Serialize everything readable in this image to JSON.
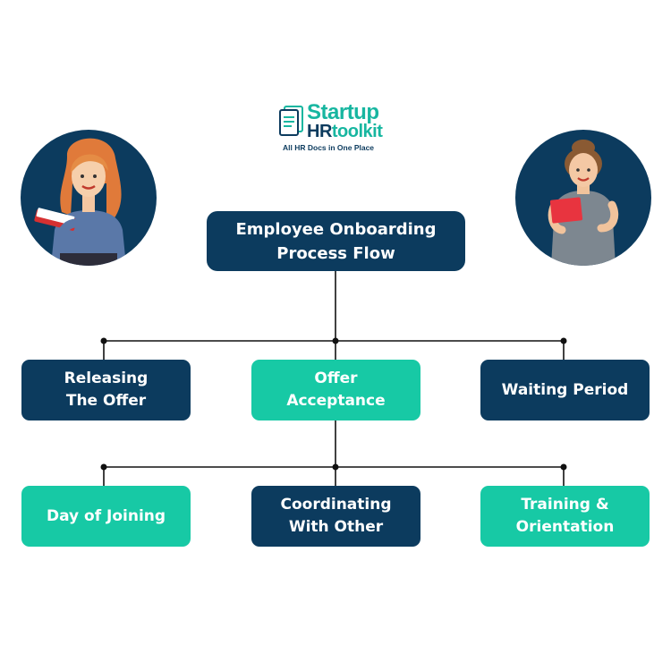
{
  "logo": {
    "word1": "Startup",
    "word2_a": "HR",
    "word2_b": "toolkit",
    "tagline": "All HR Docs in One Place"
  },
  "title": "Employee Onboarding\nProcess Flow",
  "row1": [
    {
      "label": "Releasing\nThe Offer",
      "style": "navy"
    },
    {
      "label": "Offer\nAcceptance",
      "style": "teal"
    },
    {
      "label": "Waiting Period",
      "style": "navy"
    }
  ],
  "row2": [
    {
      "label": "Day of Joining",
      "style": "teal"
    },
    {
      "label": "Coordinating\nWith Other",
      "style": "navy"
    },
    {
      "label": "Training &\nOrientation",
      "style": "teal"
    }
  ],
  "colors": {
    "navy": "#0c3b5e",
    "teal": "#17c9a5",
    "connector": "#111111"
  },
  "illustrations": [
    "woman-with-notebook-avatar",
    "woman-with-tablet-avatar"
  ]
}
